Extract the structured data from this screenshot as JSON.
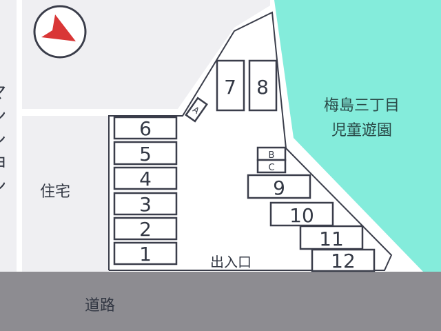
{
  "colors": {
    "building": "#efeff2",
    "park": "#84ecdb",
    "road": "#8d8c91",
    "line": "#3a3d4a",
    "north_arrow": "#d93636"
  },
  "compass": {
    "icon": "north-arrow-icon"
  },
  "labels": {
    "left_building": "マンション",
    "house": "住宅",
    "park_line1": "梅島三丁目",
    "park_line2": "児童遊園",
    "entrance": "出入口",
    "road": "道路"
  },
  "stalls": {
    "s1": "1",
    "s2": "2",
    "s3": "3",
    "s4": "4",
    "s5": "5",
    "s6": "6",
    "s7": "7",
    "s8": "8",
    "s9": "9",
    "s10": "10",
    "s11": "11",
    "s12": "12",
    "sA": "A",
    "sB": "B",
    "sC": "C"
  }
}
